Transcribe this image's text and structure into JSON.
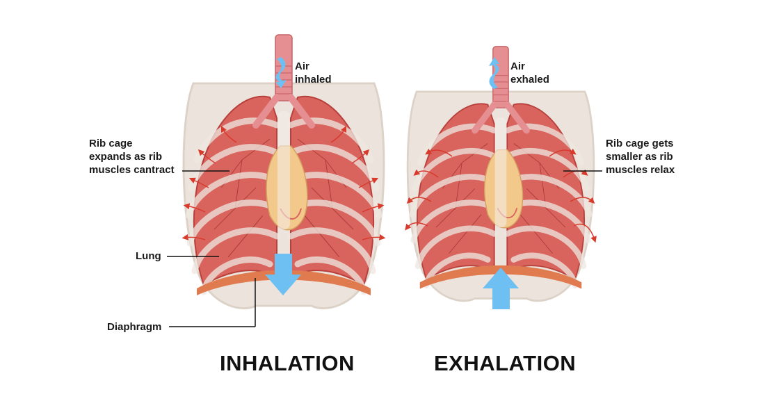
{
  "inhalation": {
    "title": "INHALATION",
    "air_label_line1": "Air",
    "air_label_line2": "inhaled",
    "rib_label_line1": "Rib cage",
    "rib_label_line2": "expands as rib",
    "rib_label_line3": "muscles cantract",
    "lung_label": "Lung",
    "diaphragm_label": "Diaphragm"
  },
  "exhalation": {
    "title": "EXHALATION",
    "air_label_line1": "Air",
    "air_label_line2": "exhaled",
    "rib_label_line1": "Rib cage gets",
    "rib_label_line2": "smaller as rib",
    "rib_label_line3": "muscles relax"
  },
  "colors": {
    "lung": "#d9645e",
    "lung_dark": "#b8403c",
    "bone": "#ece4dc",
    "trachea": "#e58f92",
    "heart": "#f2c98a",
    "arrow_blue": "#6ec0f2",
    "rib_arrow": "#d83a2c"
  }
}
